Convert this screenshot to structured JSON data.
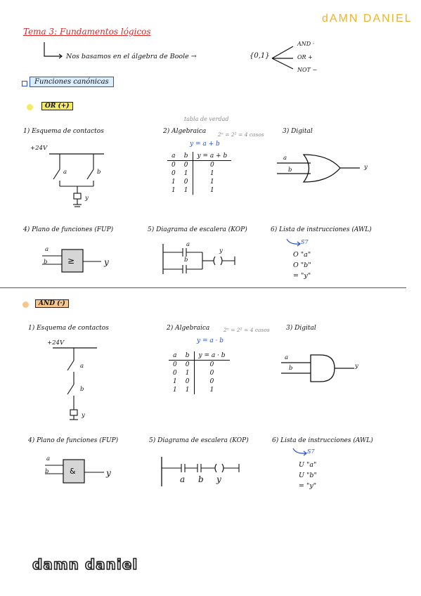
{
  "brand": "dAMN DANIEL",
  "title": "Tema 3: Fundamentos lógicos",
  "intro": {
    "text": "Nos basamos en el álgebra de Boole →",
    "set": "{0,1}",
    "ops": [
      "AND ·",
      "OR +",
      "NOT −"
    ]
  },
  "section": "Funciones canónicas",
  "or_block": {
    "tag": "OR (+)",
    "s1": "1) Esquema de contactos",
    "s2": "2) Algebraica",
    "s2_note": "tabla de verdad",
    "s2_cases": "2ⁿ = 2² = 4 casos",
    "s2_expr": "y = a + b",
    "s3": "3) Digital",
    "voltage": "+24V",
    "contact_a": "a",
    "contact_b": "b",
    "coil": "y",
    "table_head": [
      "a",
      "b",
      "y = a + b"
    ],
    "table_rows": [
      [
        "0",
        "0",
        "0"
      ],
      [
        "0",
        "1",
        "1"
      ],
      [
        "1",
        "0",
        "1"
      ],
      [
        "1",
        "1",
        "1"
      ]
    ],
    "gate_in": [
      "a",
      "b"
    ],
    "gate_out": "y",
    "s4": "4) Plano de funciones (FUP)",
    "s5": "5) Diagrama de escalera (KOP)",
    "s6": "6) Lista de instrucciones (AWL)",
    "fup_symbol": "≥",
    "fup_in": [
      "a",
      "b"
    ],
    "fup_out": "y",
    "kop_labels": [
      "a",
      "b",
      "y"
    ],
    "awl_head": "S7",
    "awl": [
      "O  \"a\"",
      "O  \"b\"",
      "=  \"y\""
    ]
  },
  "and_block": {
    "tag": "AND (·)",
    "s1": "1) Esquema de contactos",
    "s2": "2) Algebraica",
    "s2_cases": "2ⁿ = 2² = 4 casos",
    "s2_expr": "y = a · b",
    "s3": "3) Digital",
    "voltage": "+24V",
    "contact_a": "a",
    "contact_b": "b",
    "coil": "y",
    "table_head": [
      "a",
      "b",
      "y = a · b"
    ],
    "table_rows": [
      [
        "0",
        "0",
        "0"
      ],
      [
        "0",
        "1",
        "0"
      ],
      [
        "1",
        "0",
        "0"
      ],
      [
        "1",
        "1",
        "1"
      ]
    ],
    "gate_in": [
      "a",
      "b"
    ],
    "gate_out": "y",
    "s4": "4) Plano de funciones (FUP)",
    "s5": "5) Diagrama de escalera (KOP)",
    "s6": "6) Lista de instrucciones (AWL)",
    "fup_symbol": "&",
    "fup_in": [
      "a",
      "b"
    ],
    "fup_out": "y",
    "kop_labels": [
      "a",
      "b",
      "y"
    ],
    "awl_head": "S7",
    "awl": [
      "U  \"a\"",
      "U  \"b\"",
      "=  \"y\""
    ]
  },
  "footer_logo": "damn daniel",
  "colors": {
    "brand": "#f0b429",
    "title": "#d62828",
    "blue": "#2a4fd0",
    "or_dot": "#f5e96a",
    "and_dot": "#f8c58a"
  }
}
